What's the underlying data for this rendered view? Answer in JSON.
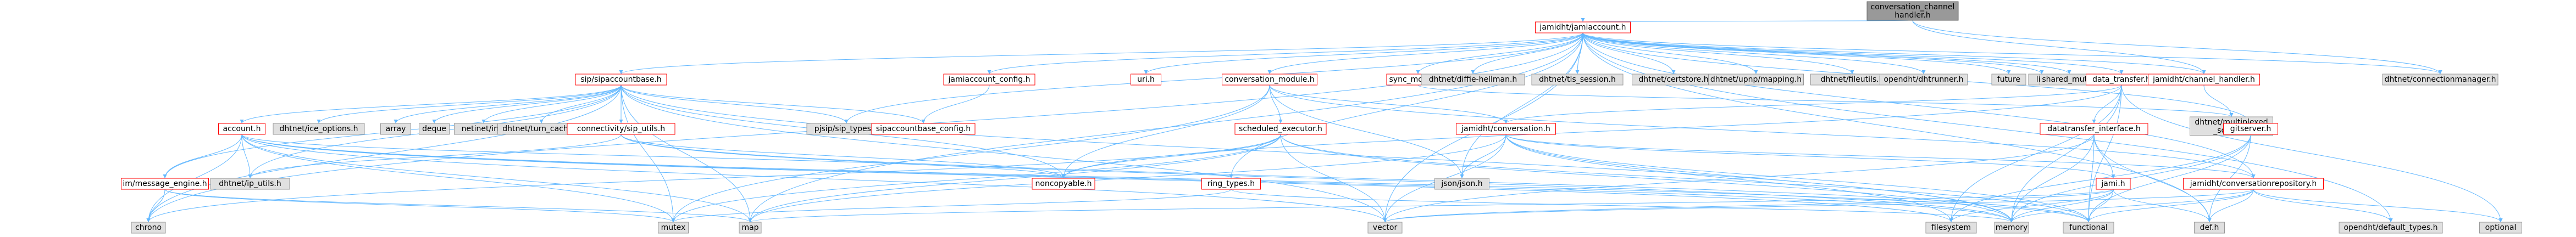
{
  "diagram": {
    "type": "include-dependency-graph",
    "colors": {
      "root_fill": "#999999",
      "root_stroke": "#666666",
      "documented_fill": "#ffffff",
      "documented_stroke": "#ff0000",
      "external_fill": "#e0e0e0",
      "external_stroke": "#999999",
      "edge": "#63b8ff"
    },
    "nodes": [
      {
        "id": "root",
        "label": "conversation_channel\nhandler.h",
        "kind": "root"
      },
      {
        "id": "jamiaccount",
        "label": "jamidht/jamiaccount.h",
        "kind": "documented"
      },
      {
        "id": "sipaccountbase",
        "label": "sip/sipaccountbase.h",
        "kind": "documented"
      },
      {
        "id": "jamiaccount_config",
        "label": "jamiaccount_config.h",
        "kind": "documented"
      },
      {
        "id": "uri",
        "label": "uri.h",
        "kind": "documented"
      },
      {
        "id": "conversation_module",
        "label": "conversation_module.h",
        "kind": "documented"
      },
      {
        "id": "sync_module",
        "label": "sync_module.h",
        "kind": "documented"
      },
      {
        "id": "dhtnet_diffie",
        "label": "dhtnet/diffie-hellman.h",
        "kind": "external"
      },
      {
        "id": "dhtnet_tls_session",
        "label": "dhtnet/tls_session.h",
        "kind": "external"
      },
      {
        "id": "dhtnet_certstore",
        "label": "dhtnet/certstore.h",
        "kind": "external"
      },
      {
        "id": "dhtnet_upnp",
        "label": "dhtnet/upnp/mapping.h",
        "kind": "external"
      },
      {
        "id": "dhtnet_fileutils",
        "label": "dhtnet/fileutils.h",
        "kind": "external"
      },
      {
        "id": "opendht_dhtrunner",
        "label": "opendht/dhtrunner.h",
        "kind": "external"
      },
      {
        "id": "future",
        "label": "future",
        "kind": "external"
      },
      {
        "id": "list",
        "label": "list",
        "kind": "external"
      },
      {
        "id": "shared_mutex",
        "label": "shared_mutex",
        "kind": "external"
      },
      {
        "id": "data_transfer",
        "label": "data_transfer.h",
        "kind": "documented"
      },
      {
        "id": "channel_handler",
        "label": "jamidht/channel_handler.h",
        "kind": "documented"
      },
      {
        "id": "dhtnet_connmgr",
        "label": "dhtnet/connectionmanager.h",
        "kind": "external"
      },
      {
        "id": "account",
        "label": "account.h",
        "kind": "documented"
      },
      {
        "id": "dhtnet_ice",
        "label": "dhtnet/ice_options.h",
        "kind": "external"
      },
      {
        "id": "array",
        "label": "array",
        "kind": "external"
      },
      {
        "id": "deque",
        "label": "deque",
        "kind": "external"
      },
      {
        "id": "netinet_in",
        "label": "netinet/in.h",
        "kind": "external"
      },
      {
        "id": "dhtnet_turn",
        "label": "dhtnet/turn_cache.h",
        "kind": "external"
      },
      {
        "id": "connectivity_sip",
        "label": "connectivity/sip_utils.h",
        "kind": "documented"
      },
      {
        "id": "pjsip_types",
        "label": "pjsip/sip_types.h",
        "kind": "external"
      },
      {
        "id": "sipaccountbase_config",
        "label": "sipaccountbase_config.h",
        "kind": "documented"
      },
      {
        "id": "scheduled_executor",
        "label": "scheduled_executor.h",
        "kind": "documented"
      },
      {
        "id": "jamidht_conversation",
        "label": "jamidht/conversation.h",
        "kind": "documented"
      },
      {
        "id": "dhtnet_multiplexed",
        "label": "dhtnet/multiplexed\n_socket.h",
        "kind": "external"
      },
      {
        "id": "datatransfer_interface",
        "label": "datatransfer_interface.h",
        "kind": "documented"
      },
      {
        "id": "gitserver",
        "label": "gitserver.h",
        "kind": "documented"
      },
      {
        "id": "im_message_engine",
        "label": "im/message_engine.h",
        "kind": "documented"
      },
      {
        "id": "dhtnet_ip_utils",
        "label": "dhtnet/ip_utils.h",
        "kind": "external"
      },
      {
        "id": "noncopyable",
        "label": "noncopyable.h",
        "kind": "documented"
      },
      {
        "id": "ring_types",
        "label": "ring_types.h",
        "kind": "documented"
      },
      {
        "id": "json",
        "label": "json/json.h",
        "kind": "external"
      },
      {
        "id": "jami_h",
        "label": "jami.h",
        "kind": "documented"
      },
      {
        "id": "conv_repo",
        "label": "jamidht/conversationrepository.h",
        "kind": "documented"
      },
      {
        "id": "chrono",
        "label": "chrono",
        "kind": "external"
      },
      {
        "id": "mutex",
        "label": "mutex",
        "kind": "external"
      },
      {
        "id": "map",
        "label": "map",
        "kind": "external"
      },
      {
        "id": "vector",
        "label": "vector",
        "kind": "external"
      },
      {
        "id": "filesystem",
        "label": "filesystem",
        "kind": "external"
      },
      {
        "id": "memory",
        "label": "memory",
        "kind": "external"
      },
      {
        "id": "functional",
        "label": "functional",
        "kind": "external"
      },
      {
        "id": "def_h",
        "label": "def.h",
        "kind": "external"
      },
      {
        "id": "optional",
        "label": "optional",
        "kind": "external"
      },
      {
        "id": "opendht_default_types",
        "label": "opendht/default_types.h",
        "kind": "external"
      }
    ],
    "edges": [
      [
        "root",
        "jamiaccount"
      ],
      [
        "root",
        "channel_handler"
      ],
      [
        "root",
        "dhtnet_connmgr"
      ],
      [
        "jamiaccount",
        "sipaccountbase"
      ],
      [
        "jamiaccount",
        "jamiaccount_config"
      ],
      [
        "jamiaccount",
        "uri"
      ],
      [
        "jamiaccount",
        "conversation_module"
      ],
      [
        "jamiaccount",
        "sync_module"
      ],
      [
        "jamiaccount",
        "dhtnet_diffie"
      ],
      [
        "jamiaccount",
        "dhtnet_tls_session"
      ],
      [
        "jamiaccount",
        "dhtnet_certstore"
      ],
      [
        "jamiaccount",
        "dhtnet_upnp"
      ],
      [
        "jamiaccount",
        "dhtnet_fileutils"
      ],
      [
        "jamiaccount",
        "opendht_dhtrunner"
      ],
      [
        "jamiaccount",
        "future"
      ],
      [
        "jamiaccount",
        "list"
      ],
      [
        "jamiaccount",
        "shared_mutex"
      ],
      [
        "jamiaccount",
        "data_transfer"
      ],
      [
        "jamiaccount",
        "channel_handler"
      ],
      [
        "jamiaccount",
        "dhtnet_connmgr"
      ],
      [
        "jamiaccount",
        "gitserver"
      ],
      [
        "jamiaccount",
        "conv_repo"
      ],
      [
        "jamiaccount",
        "ring_types"
      ],
      [
        "jamiaccount",
        "json"
      ],
      [
        "jamiaccount",
        "vector"
      ],
      [
        "jamiaccount",
        "map"
      ],
      [
        "jamiaccount",
        "chrono"
      ],
      [
        "jamiaccount",
        "def_h"
      ],
      [
        "jamiaccount",
        "opendht_default_types"
      ],
      [
        "jamiaccount",
        "pjsip_types"
      ],
      [
        "sipaccountbase",
        "account"
      ],
      [
        "sipaccountbase",
        "dhtnet_ice"
      ],
      [
        "sipaccountbase",
        "array"
      ],
      [
        "sipaccountbase",
        "deque"
      ],
      [
        "sipaccountbase",
        "netinet_in"
      ],
      [
        "sipaccountbase",
        "dhtnet_turn"
      ],
      [
        "sipaccountbase",
        "connectivity_sip"
      ],
      [
        "sipaccountbase",
        "pjsip_types"
      ],
      [
        "sipaccountbase",
        "sipaccountbase_config"
      ],
      [
        "sipaccountbase",
        "im_message_engine"
      ],
      [
        "sipaccountbase",
        "dhtnet_ip_utils"
      ],
      [
        "sipaccountbase",
        "noncopyable"
      ],
      [
        "sipaccountbase",
        "vector"
      ],
      [
        "sipaccountbase",
        "map"
      ],
      [
        "sipaccountbase",
        "mutex"
      ],
      [
        "sipaccountbase",
        "memory"
      ],
      [
        "sipaccountbase",
        "chrono"
      ],
      [
        "jamiaccount_config",
        "sipaccountbase_config"
      ],
      [
        "conversation_module",
        "scheduled_executor"
      ],
      [
        "conversation_module",
        "jamidht_conversation"
      ],
      [
        "conversation_module",
        "conv_repo"
      ],
      [
        "conversation_module",
        "noncopyable"
      ],
      [
        "conversation_module",
        "json"
      ],
      [
        "conversation_module",
        "mutex"
      ],
      [
        "sync_module",
        "dhtnet_multiplexed"
      ],
      [
        "data_transfer",
        "datatransfer_interface"
      ],
      [
        "data_transfer",
        "jamidht_conversation"
      ],
      [
        "data_transfer",
        "noncopyable"
      ],
      [
        "data_transfer",
        "filesystem"
      ],
      [
        "data_transfer",
        "functional"
      ],
      [
        "data_transfer",
        "memory"
      ],
      [
        "data_transfer",
        "optional"
      ],
      [
        "channel_handler",
        "dhtnet_multiplexed"
      ],
      [
        "account",
        "dhtnet_ip_utils"
      ],
      [
        "account",
        "noncopyable"
      ],
      [
        "account",
        "im_message_engine"
      ],
      [
        "account",
        "chrono"
      ],
      [
        "account",
        "mutex"
      ],
      [
        "account",
        "map"
      ],
      [
        "account",
        "vector"
      ],
      [
        "account",
        "memory"
      ],
      [
        "account",
        "functional"
      ],
      [
        "account",
        "filesystem"
      ],
      [
        "connectivity_sip",
        "dhtnet_ip_utils"
      ],
      [
        "connectivity_sip",
        "noncopyable"
      ],
      [
        "connectivity_sip",
        "memory"
      ],
      [
        "connectivity_sip",
        "functional"
      ],
      [
        "scheduled_executor",
        "noncopyable"
      ],
      [
        "scheduled_executor",
        "chrono"
      ],
      [
        "scheduled_executor",
        "mutex"
      ],
      [
        "scheduled_executor",
        "map"
      ],
      [
        "scheduled_executor",
        "vector"
      ],
      [
        "scheduled_executor",
        "functional"
      ],
      [
        "scheduled_executor",
        "memory"
      ],
      [
        "jamidht_conversation",
        "conv_repo"
      ],
      [
        "jamidht_conversation",
        "json"
      ],
      [
        "jamidht_conversation",
        "jami_h"
      ],
      [
        "jamidht_conversation",
        "memory"
      ],
      [
        "jamidht_conversation",
        "vector"
      ],
      [
        "jamidht_conversation",
        "functional"
      ],
      [
        "jamidht_conversation",
        "map"
      ],
      [
        "jamidht_conversation",
        "filesystem"
      ],
      [
        "datatransfer_interface",
        "jami_h"
      ],
      [
        "datatransfer_interface",
        "def_h"
      ],
      [
        "datatransfer_interface",
        "memory"
      ],
      [
        "datatransfer_interface",
        "functional"
      ],
      [
        "datatransfer_interface",
        "vector"
      ],
      [
        "gitserver",
        "def_h"
      ],
      [
        "gitserver",
        "functional"
      ],
      [
        "gitserver",
        "memory"
      ],
      [
        "gitserver",
        "filesystem"
      ],
      [
        "im_message_engine",
        "chrono"
      ],
      [
        "im_message_engine",
        "map"
      ],
      [
        "im_message_engine",
        "mutex"
      ],
      [
        "ring_types",
        "mutex"
      ],
      [
        "ring_types",
        "memory"
      ],
      [
        "jami_h",
        "def_h"
      ],
      [
        "jami_h",
        "vector"
      ],
      [
        "jami_h",
        "filesystem"
      ],
      [
        "jami_h",
        "memory"
      ],
      [
        "jami_h",
        "functional"
      ],
      [
        "jami_h",
        "map"
      ],
      [
        "conv_repo",
        "def_h"
      ],
      [
        "conv_repo",
        "optional"
      ],
      [
        "conv_repo",
        "vector"
      ],
      [
        "conv_repo",
        "functional"
      ],
      [
        "conv_repo",
        "memory"
      ],
      [
        "conv_repo",
        "opendht_default_types"
      ]
    ]
  }
}
